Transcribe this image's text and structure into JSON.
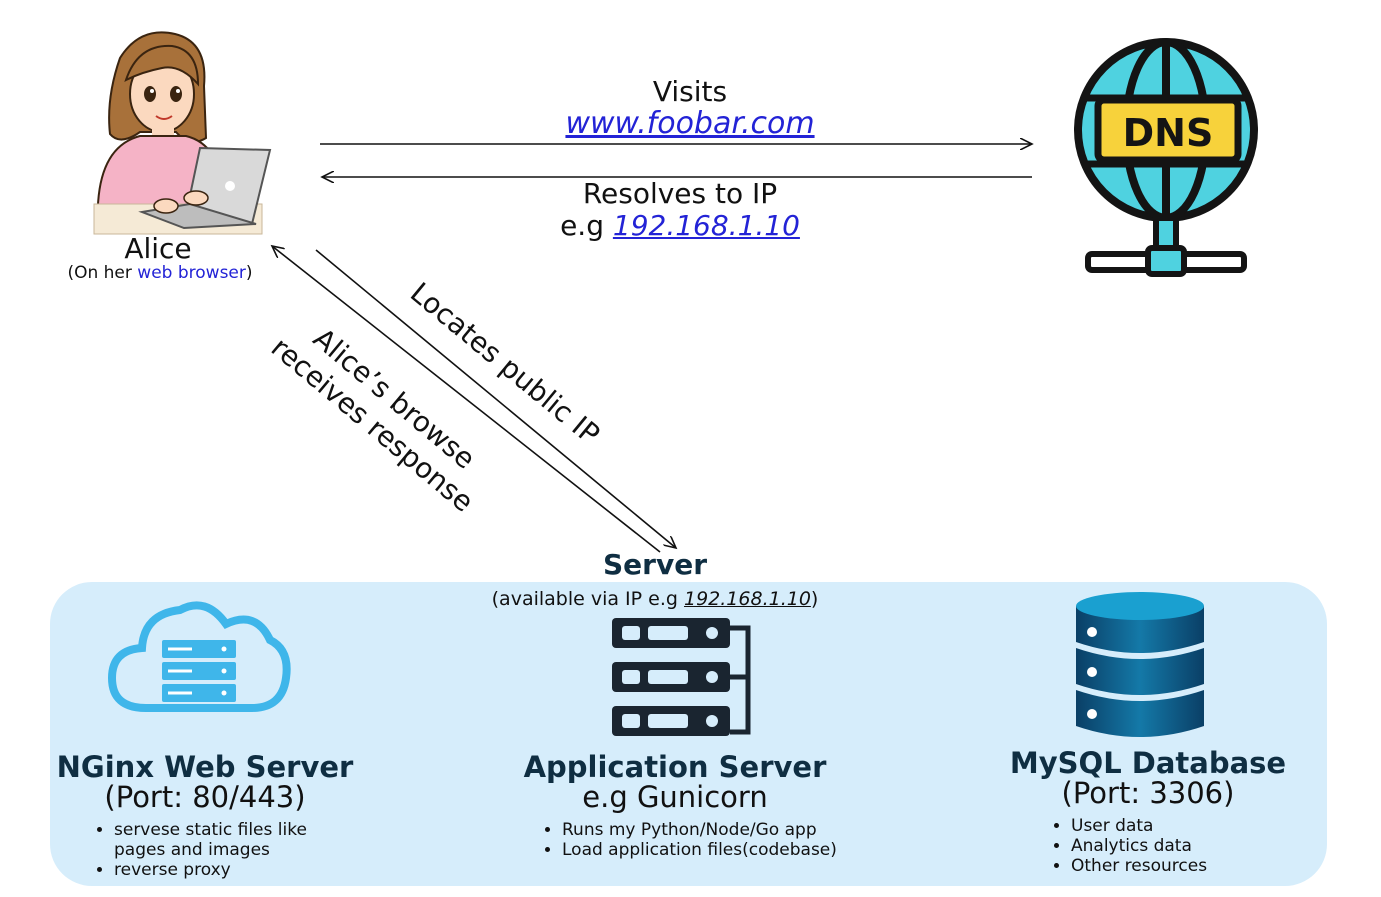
{
  "alice": {
    "name": "Alice",
    "sub_open": "(On her ",
    "sub_link": "web browser",
    "sub_close": ")"
  },
  "dns": {
    "label": "DNS"
  },
  "request": {
    "line1": "Visits",
    "url": "www.foobar.com"
  },
  "resolve": {
    "line1": "Resolves to IP",
    "prefix": "e.g ",
    "ip": "192.168.1.10"
  },
  "locate": {
    "label": "Locates public IP"
  },
  "response": {
    "line1": "Alice’s browse",
    "line2": "receives response"
  },
  "server": {
    "title": "Server",
    "sub_open": "(available via IP e.g ",
    "sub_ip": "192.168.1.10",
    "sub_close": ")"
  },
  "components": [
    {
      "title": "NGinx Web Server",
      "subtitle": "(Port: 80/443)",
      "bullets": [
        "servese static files like pages and images",
        "reverse proxy"
      ]
    },
    {
      "title": "Application Server",
      "subtitle": "e.g Gunicorn",
      "bullets": [
        "Runs my Python/Node/Go app",
        "Load application files(codebase)"
      ]
    },
    {
      "title": "MySQL Database",
      "subtitle": "(Port: 3306)",
      "bullets": [
        "User data",
        "Analytics data",
        "Other resources"
      ]
    }
  ],
  "colors": {
    "panel": "#d6edfb",
    "link": "#2323d6",
    "globe": "#4fd2e0",
    "dns_label_bg": "#f7d23b",
    "cloud": "#3fb6ea",
    "database": "#0e5b86",
    "server_dark": "#1a2530"
  }
}
